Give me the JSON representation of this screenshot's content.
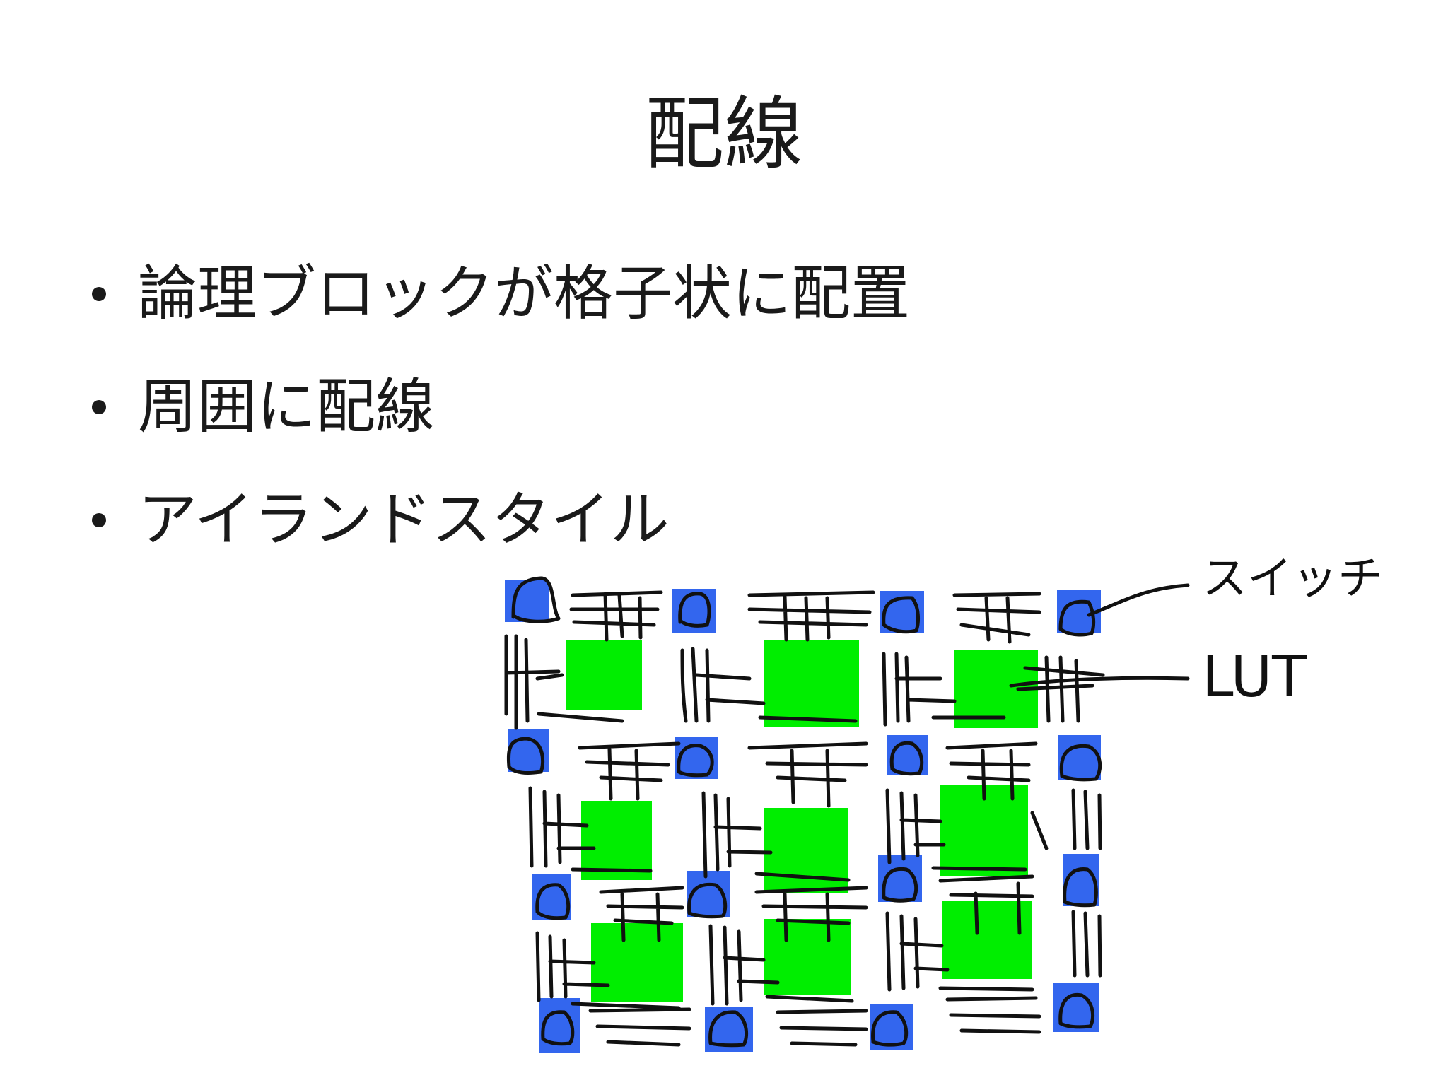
{
  "slide": {
    "title": "配線",
    "bullets": [
      "論理ブロックが格子状に配置",
      "周囲に配線",
      "アイランドスタイル"
    ]
  },
  "diagram": {
    "annotations": {
      "switch": "スイッチ",
      "lut": "LUT"
    },
    "colors": {
      "switch_block": "#3366ee",
      "lut_block": "#00ee00",
      "wire": "#111111"
    }
  }
}
